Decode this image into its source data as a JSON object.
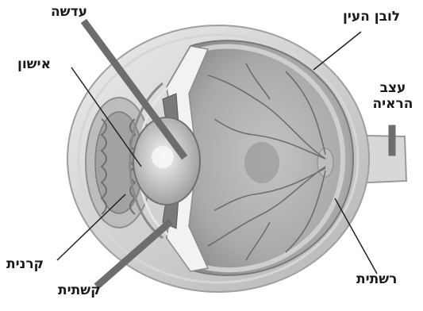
{
  "labels": {
    "lens": "עדשה",
    "pupil": "אישון",
    "sclera": "לובן העין",
    "optic_nerve_line1": "עצב",
    "optic_nerve_line2": "הראיה",
    "cornea": "קרנית",
    "iris": "קשתית",
    "retina": "רשתית"
  }
}
